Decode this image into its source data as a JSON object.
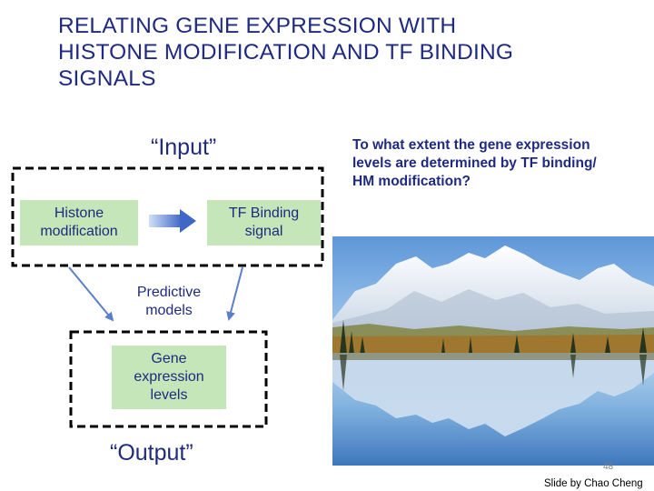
{
  "slide": {
    "title_lines": [
      "RELATING GENE EXPRESSION WITH",
      "HISTONE MODIFICATION AND TF BINDING",
      "SIGNALS"
    ],
    "page_number": "48",
    "credit": "Slide by Chao Cheng"
  },
  "diagram": {
    "input_label": "“Input”",
    "output_label": "“Output”",
    "question_lines": [
      "To what extent the gene expression",
      "levels are determined by TF binding/",
      "HM modification?"
    ],
    "nodes": {
      "histone_modification": "Histone\nmodification",
      "tf_binding": "TF Binding\nsignal",
      "predictive_models": "Predictive\nmodels",
      "gene_expression": "Gene\nexpression\nlevels"
    }
  },
  "colors": {
    "title_text": "#1f2a80",
    "box_fill": "#c4e6b8",
    "arrow_blue": "#5b7fc8",
    "dashed_border": "#000000"
  },
  "image": {
    "description_icon": "mountain-lake-photo"
  }
}
